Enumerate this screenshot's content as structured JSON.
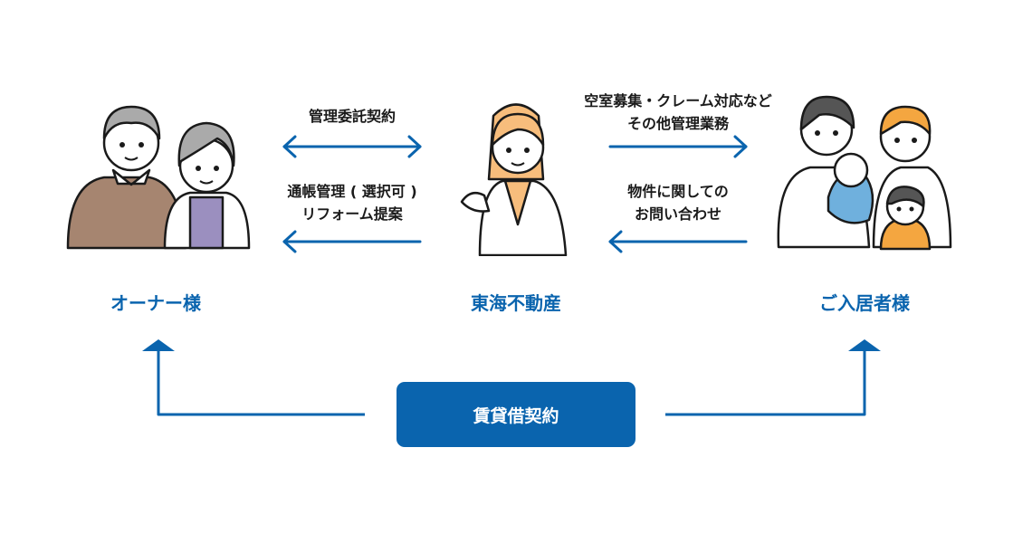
{
  "colors": {
    "accent": "#0a64ae"
  },
  "parties": {
    "owner": "オーナー様",
    "agency": "東海不動産",
    "tenant": "ご入居者様"
  },
  "flows": {
    "owner_agency_top": "管理委託契約",
    "owner_agency_bottom_1": "通帳管理 ( 選択可 )",
    "owner_agency_bottom_2": "リフォーム提案",
    "agency_tenant_top_1": "空室募集・クレーム対応など",
    "agency_tenant_top_2": "その他管理業務",
    "agency_tenant_bottom_1": "物件に関しての",
    "agency_tenant_bottom_2": "お問い合わせ"
  },
  "contract": {
    "label": "賃貸借契約"
  }
}
